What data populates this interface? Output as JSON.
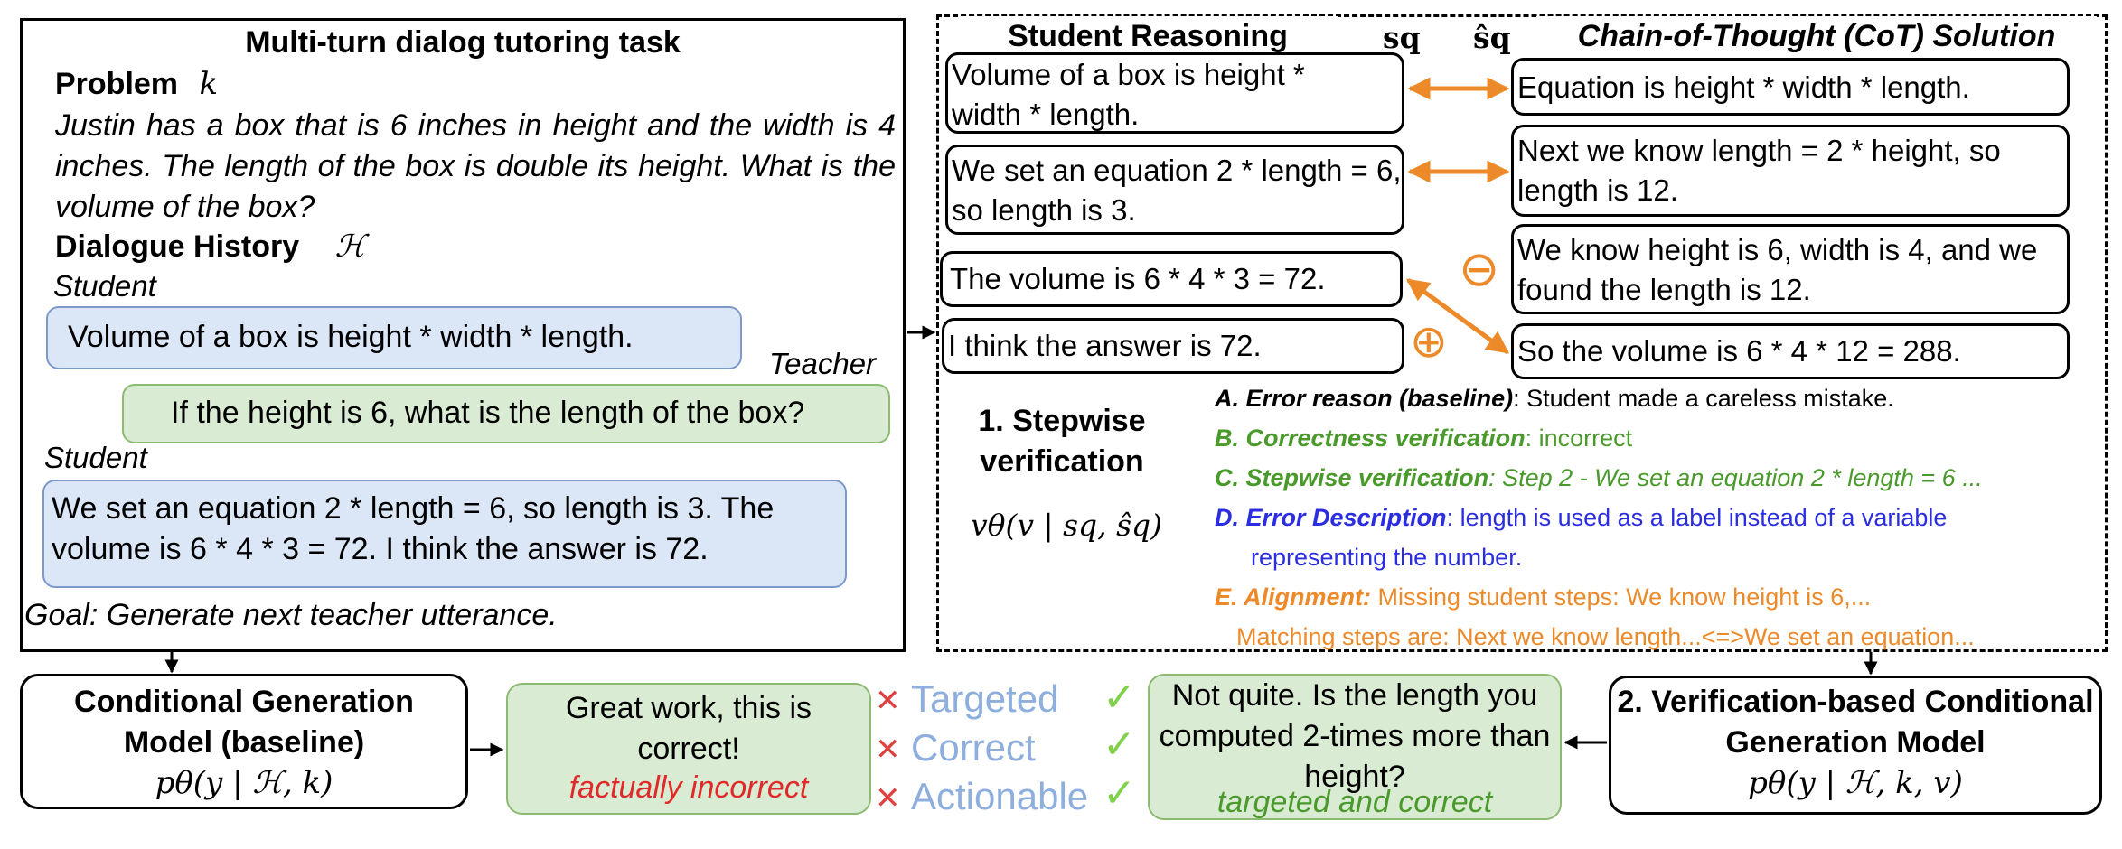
{
  "tutoring": {
    "title": "Multi-turn dialog tutoring task",
    "problem_label": "Problem",
    "problem_symbol": "k",
    "problem_text": "Justin has a box that is 6 inches in height and the width is 4 inches. The length of the box is double its height. What is the volume of the box?",
    "history_label": "Dialogue History",
    "history_symbol": "ℋ",
    "student_label_1": "Student",
    "student_msg_1": "Volume of a box is height * width * length.",
    "teacher_label": "Teacher",
    "teacher_msg": "If the height is 6, what is the length of the box?",
    "student_label_2": "Student",
    "student_msg_2": "We set an equation 2 * length = 6, so length is 3. The volume is 6 * 4 * 3 = 72. I think the answer is 72.",
    "goal": "Goal: Generate next teacher utterance."
  },
  "verification": {
    "student_reasoning_title": "Student Reasoning",
    "sq_symbol": "sq",
    "sq_hat_symbol": "ŝq",
    "cot_title": "Chain-of-Thought (CoT) Solution",
    "student_steps": [
      "Volume of a box is height * width * length.",
      "We set an equation 2 * length = 6, so length is 3.",
      "The volume is 6 * 4 * 3 = 72.",
      "I think the answer is 72."
    ],
    "cot_steps": [
      "Equation is height * width * length.",
      "Next we know length = 2 * height, so length is 12.",
      "We know height is 6, width is 4, and we found the length is 12.",
      "So the volume is 6 * 4 * 12 = 288."
    ],
    "minus_symbol": "⊖",
    "plus_symbol": "⊕",
    "stepwise_title": "1. Stepwise verification",
    "stepwise_formula": "vθ(v | sq, ŝq)",
    "items": [
      {
        "label": "A. Error reason (baseline)",
        "text": ": Student made a careless mistake.",
        "color": "#000000"
      },
      {
        "label": "B. Correctness verification",
        "text": ": incorrect",
        "color": "#4a9a2b"
      },
      {
        "label": "C. Stepwise verification",
        "text": ": Step 2 - We set an equation 2 * length = 6 ...",
        "color": "#4a9a2b"
      },
      {
        "label": "D. Error Description",
        "text": ": length is used as a label instead of a variable",
        "color": "#2b2de0"
      },
      {
        "label": "",
        "text": "representing the number.",
        "color": "#2b2de0"
      },
      {
        "label": "E. Alignment:",
        "text": " Missing student steps: We know height is 6,...",
        "color": "#ec8a2a"
      },
      {
        "label": "",
        "text": "Matching steps are: Next we know length...<=>We set an equation...",
        "color": "#ec8a2a"
      }
    ]
  },
  "bottom": {
    "baseline_title": "Conditional Generation Model (baseline)",
    "baseline_formula": "pθ(y | ℋ, k)",
    "baseline_response": "Great work, this is correct!",
    "baseline_judgement": "factually incorrect",
    "criteria": [
      "Targeted",
      "Correct",
      "Actionable"
    ],
    "x_mark": "✕",
    "check_mark": "✓",
    "verified_response": "Not quite. Is the length you computed 2-times more than height?",
    "verified_judgement": "targeted and correct",
    "verified_title": "2. Verification-based Conditional Generation Model",
    "verified_formula": "pθ(y | ℋ, k, v)"
  },
  "colors": {
    "student_bubble": "#dbe6f7",
    "teacher_bubble": "#d9ebd3",
    "arrow_orange": "#ec8a2a",
    "criteria_blue": "#8eaede",
    "check_green": "#7fd14a",
    "x_red": "#e04040"
  }
}
